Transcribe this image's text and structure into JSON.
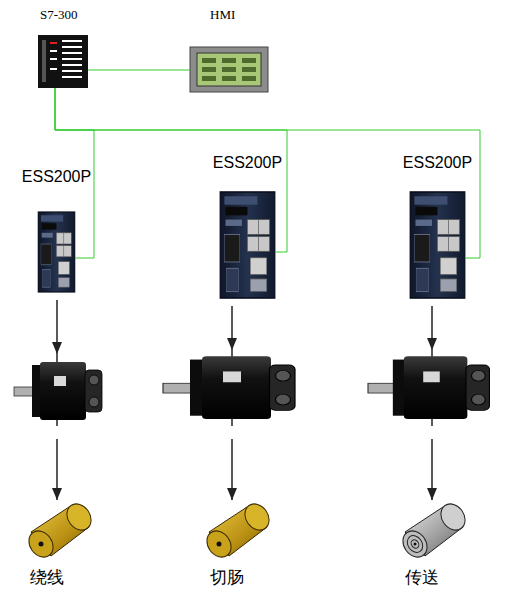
{
  "diagram": {
    "nodes": [
      {
        "text": [
          "S7-300"
        ]
      },
      {
        "text": [
          "HMI"
        ]
      },
      {
        "text": [
          "ESS200P"
        ]
      },
      {
        "text": [
          "ESS200P"
        ]
      },
      {
        "text": [
          "ESS200P"
        ]
      },
      {
        "text": [
          "绕线"
        ]
      },
      {
        "text": [
          "切肠"
        ]
      },
      {
        "text": [
          "传送"
        ]
      }
    ],
    "edges": [
      {
        "from": 0,
        "to": 1,
        "arrow": "none"
      },
      {
        "from": 0,
        "to": 2,
        "arrow": "none"
      },
      {
        "from": 0,
        "to": 3,
        "arrow": "none"
      },
      {
        "from": 0,
        "to": 4,
        "arrow": "none"
      },
      {
        "from": 2,
        "to": 5,
        "arrow": "to"
      },
      {
        "from": 3,
        "to": 6,
        "arrow": "to"
      },
      {
        "from": 4,
        "to": 7,
        "arrow": "to"
      }
    ]
  }
}
